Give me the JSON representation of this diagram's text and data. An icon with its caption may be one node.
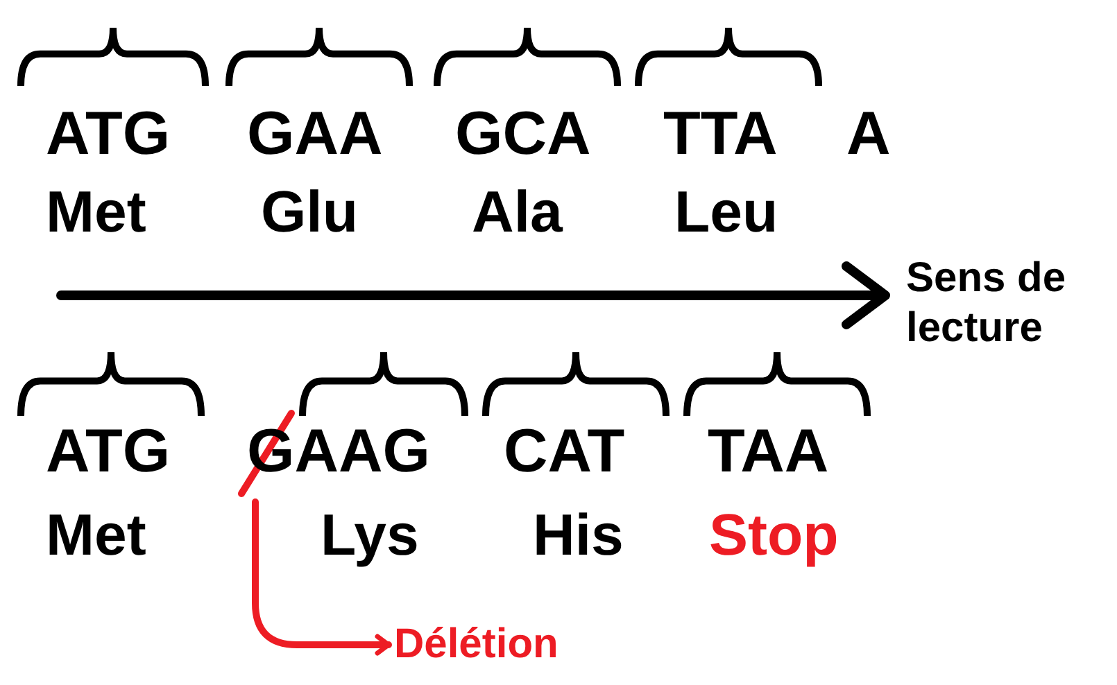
{
  "diagram": {
    "nodes": [
      {
        "text": [],
        "shape": "bar"
      },
      {
        "text": [
          "Délétion"
        ]
      }
    ],
    "edges": [
      {
        "from": 0,
        "to": 1,
        "arrow": "to"
      }
    ],
    "labels": [
      "ATG",
      "GAA",
      "GCA",
      "TTA",
      "A",
      "Met",
      "Glu",
      "Ala",
      "Leu",
      "Sens de lecture",
      "ATG",
      "GAAG",
      "CAT",
      "TAA",
      "Met",
      "Lys",
      "His",
      "Stop"
    ]
  }
}
